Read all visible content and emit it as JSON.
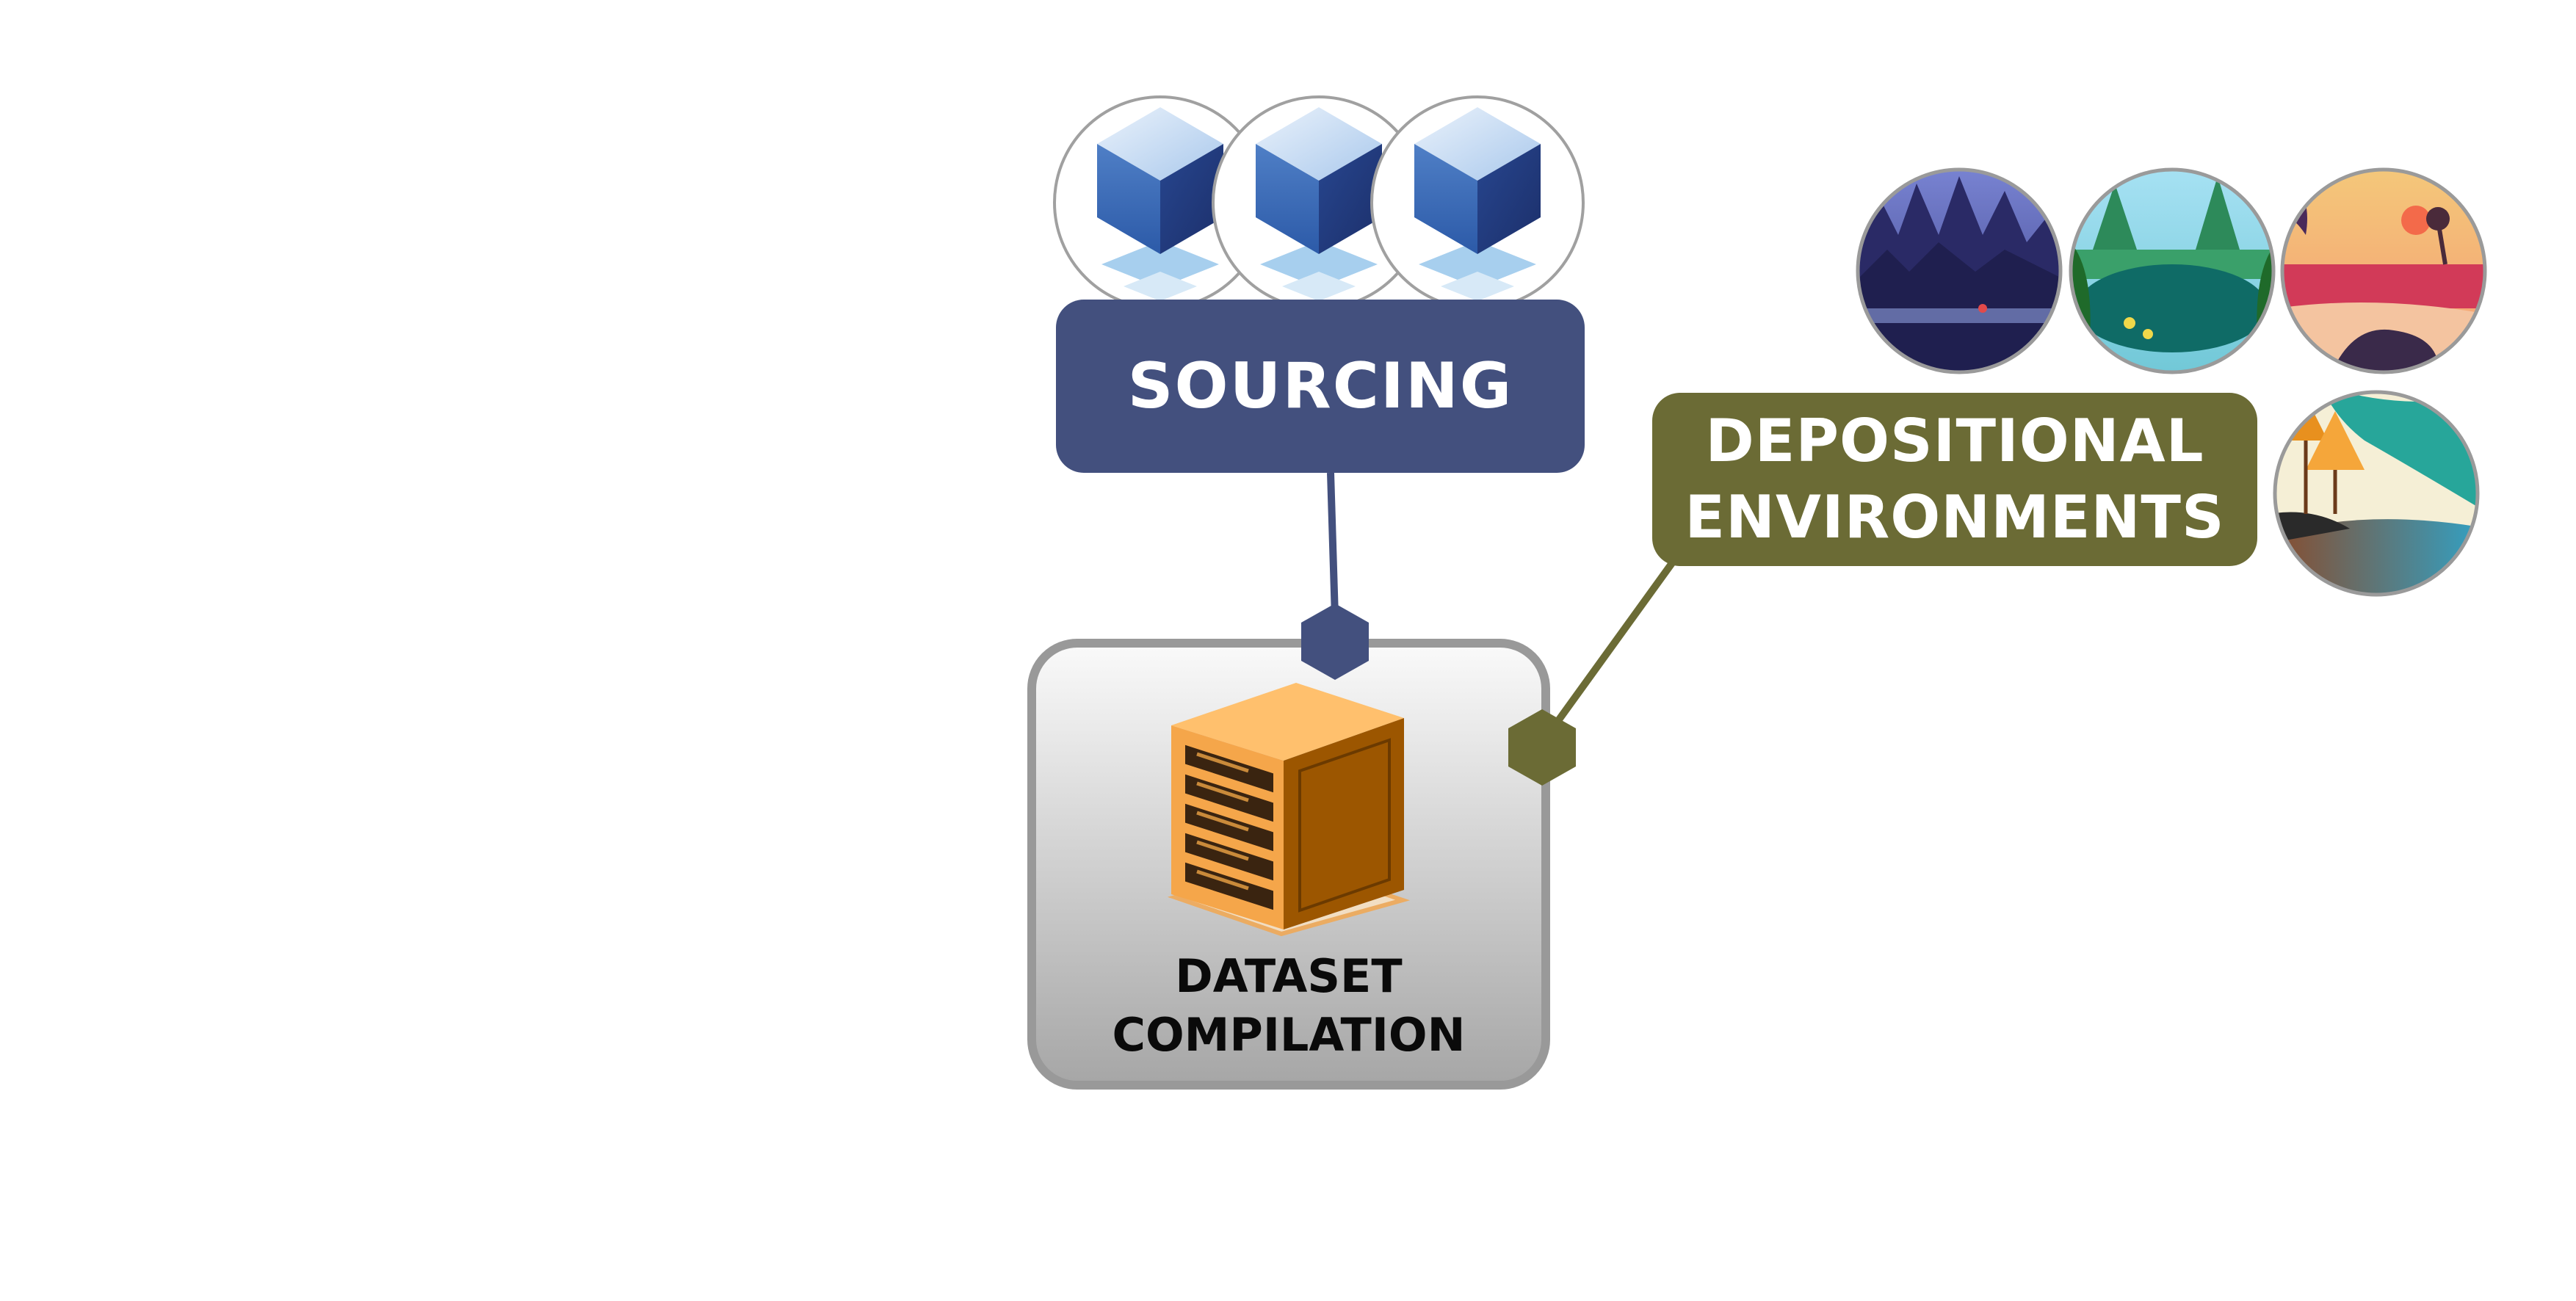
{
  "diagram": {
    "sourcing": {
      "label": "SOURCING",
      "color": "#43507e",
      "icon_count": 3,
      "icon": "cube-icon"
    },
    "dataset": {
      "line1": "DATASET",
      "line2": "COMPILATION",
      "icon": "server-icon",
      "color": "#f5a64a"
    },
    "depositional": {
      "line1": "DEPOSITIONAL",
      "line2": "ENVIRONMENTS",
      "color": "#6b6b35",
      "thumbnails": [
        "night-forest-icon",
        "jungle-lake-icon",
        "tropical-beach-icon",
        "autumn-coast-icon"
      ]
    },
    "connectors": [
      {
        "from": "sourcing",
        "to": "dataset",
        "color": "#43507e"
      },
      {
        "from": "depositional",
        "to": "dataset",
        "color": "#6b6b35"
      }
    ]
  }
}
